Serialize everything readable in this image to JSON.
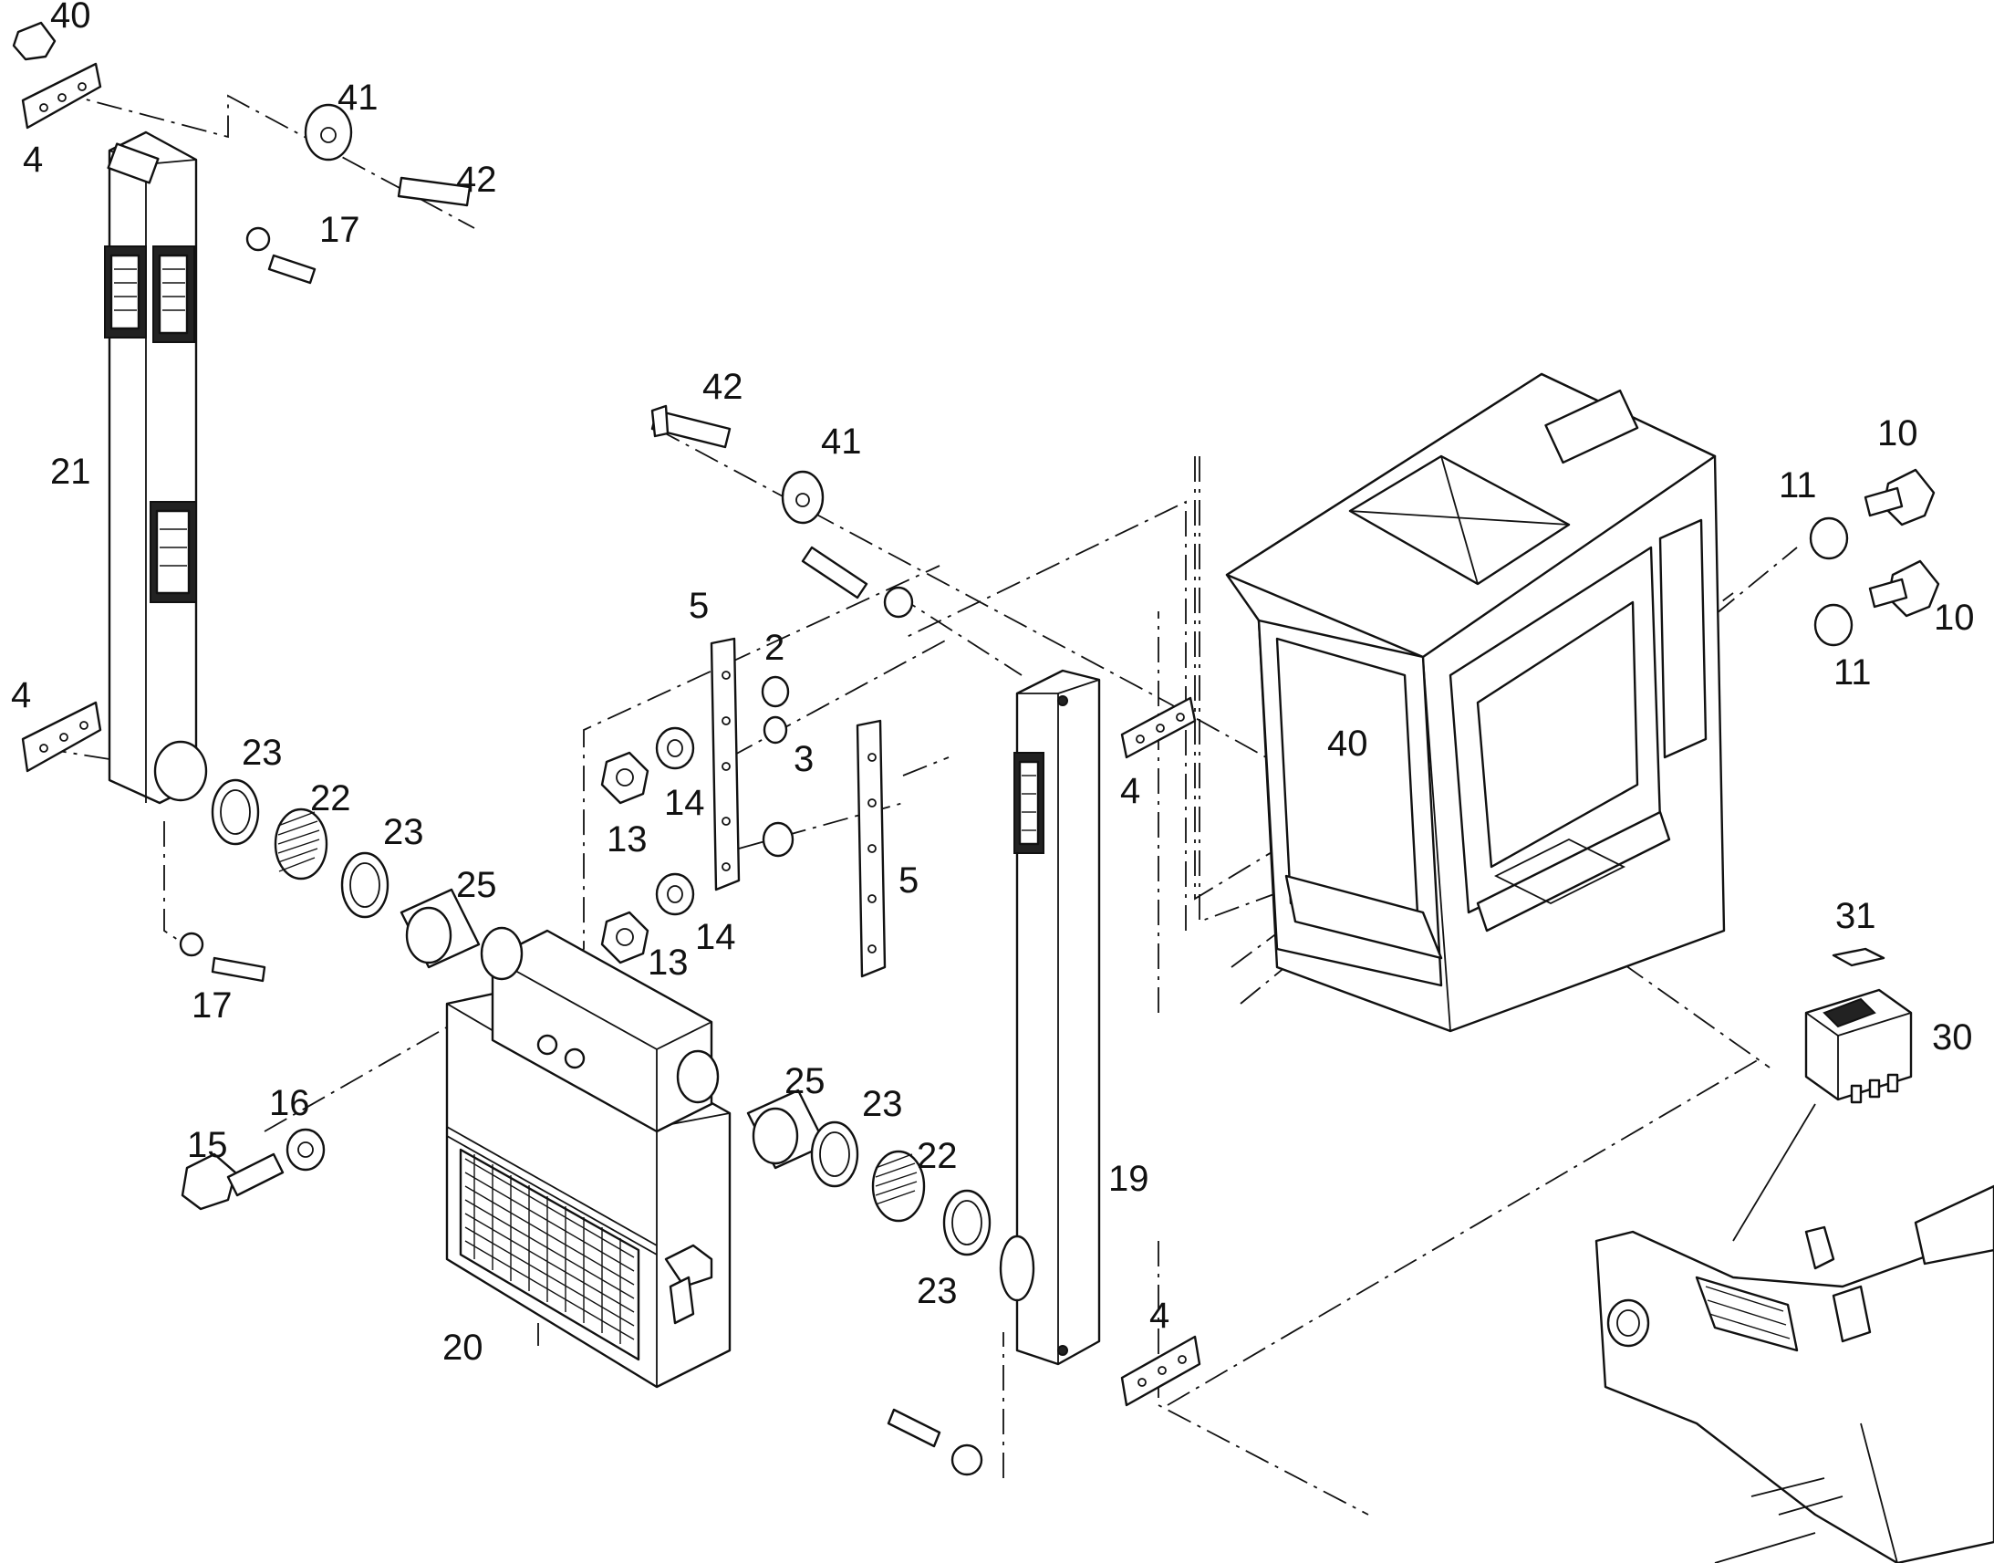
{
  "callouts": {
    "c40a": "40",
    "c4a": "4",
    "c41a": "41",
    "c42a": "42",
    "c17a": "17",
    "c21": "21",
    "c4b": "4",
    "c23a": "23",
    "c22a": "22",
    "c23b": "23",
    "c17b": "17",
    "c25a": "25",
    "c15": "15",
    "c16": "16",
    "c20": "20",
    "c42b": "42",
    "c41b": "41",
    "c5a": "5",
    "c2": "2",
    "c3": "3",
    "c14a": "14",
    "c13a": "13",
    "c14b": "14",
    "c13b": "13",
    "c5b": "5",
    "c25b": "25",
    "c23c": "23",
    "c22b": "22",
    "c23d": "23",
    "c19": "19",
    "c4c": "4",
    "c4d": "4",
    "c40b": "40",
    "c10a": "10",
    "c11a": "11",
    "c10b": "10",
    "c11b": "11",
    "c31": "31",
    "c30": "30"
  },
  "parts": [
    "rear-heater-duct",
    "front-heater-duct",
    "heater-unit",
    "mounting-plate",
    "connecting-strip",
    "spacer",
    "bushing",
    "hex-nut",
    "washer",
    "hex-bolt",
    "hose-clamp",
    "flexible-hose",
    "connecting-pipe",
    "operator-cab",
    "rocker-switch",
    "switch-label",
    "control-console"
  ]
}
